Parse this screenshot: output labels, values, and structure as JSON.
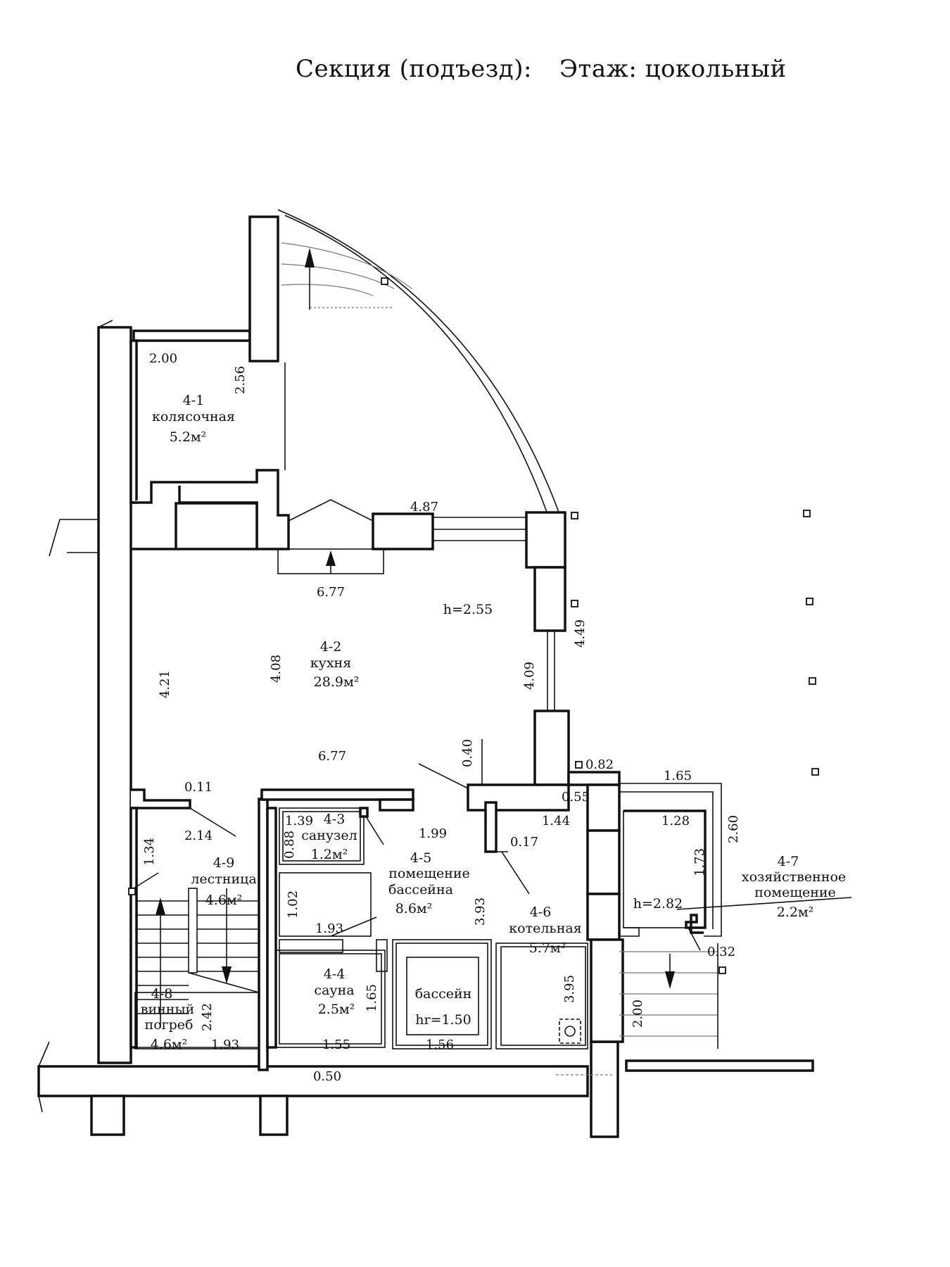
{
  "header": {
    "section_label": "Секция (подъезд):",
    "floor_label": "Этаж: цокольный"
  },
  "rooms": [
    {
      "id": "4-1",
      "name": "колясочная",
      "area": "5.2м²"
    },
    {
      "id": "4-2",
      "name": "кухня",
      "area": "28.9м²"
    },
    {
      "id": "4-3",
      "name": "санузел",
      "area": "1.2м²"
    },
    {
      "id": "4-4",
      "name": "сауна",
      "area": "2.5м²"
    },
    {
      "id": "4-5",
      "name_line1": "помещение",
      "name_line2": "бассейна",
      "area": "8.6м²"
    },
    {
      "id": "4-6",
      "name": "котельная",
      "area": "5.7м²"
    },
    {
      "id": "4-7",
      "name_line1": "хозяйственное",
      "name_line2": "помещение",
      "area": "2.2м²"
    },
    {
      "id": "4-8",
      "name_line1": "винный",
      "name_line2": "погреб",
      "area": "4.6м²"
    },
    {
      "id": "4-9",
      "name": "лестница",
      "area": "4.6м²"
    }
  ],
  "pool": {
    "label": "бассейн",
    "depth": "hr=1.50"
  },
  "heights": {
    "kitchen": "h=2.55",
    "utility": "h=2.82"
  },
  "dimensions": {
    "d_2_00_top": "2.00",
    "d_2_56": "2.56",
    "d_4_87": "4.87",
    "d_6_77_top": "6.77",
    "d_4_21": "4.21",
    "d_4_08": "4.08",
    "d_4_09": "4.09",
    "d_4_49": "4.49",
    "d_6_77_bottom": "6.77",
    "d_0_40": "0.40",
    "d_0_82": "0.82",
    "d_1_65_top": "1.65",
    "d_0_55": "0.55",
    "d_0_11": "0.11",
    "d_2_14": "2.14",
    "d_1_34": "1.34",
    "d_1_39": "1.39",
    "d_0_88": "0.88",
    "d_1_99": "1.99",
    "d_1_44": "1.44",
    "d_0_17": "0.17",
    "d_1_28": "1.28",
    "d_2_60": "2.60",
    "d_1_73": "1.73",
    "d_1_02": "1.02",
    "d_1_93_mid": "1.93",
    "d_3_93": "3.93",
    "d_0_32": "0.32",
    "d_1_65_sauna": "1.65",
    "d_3_95": "3.95",
    "d_2_42": "2.42",
    "d_1_93_bottom": "1.93",
    "d_1_55": "1.55",
    "d_1_56": "1.56",
    "d_2_00_bottom": "2.00",
    "d_0_50": "0.50"
  }
}
